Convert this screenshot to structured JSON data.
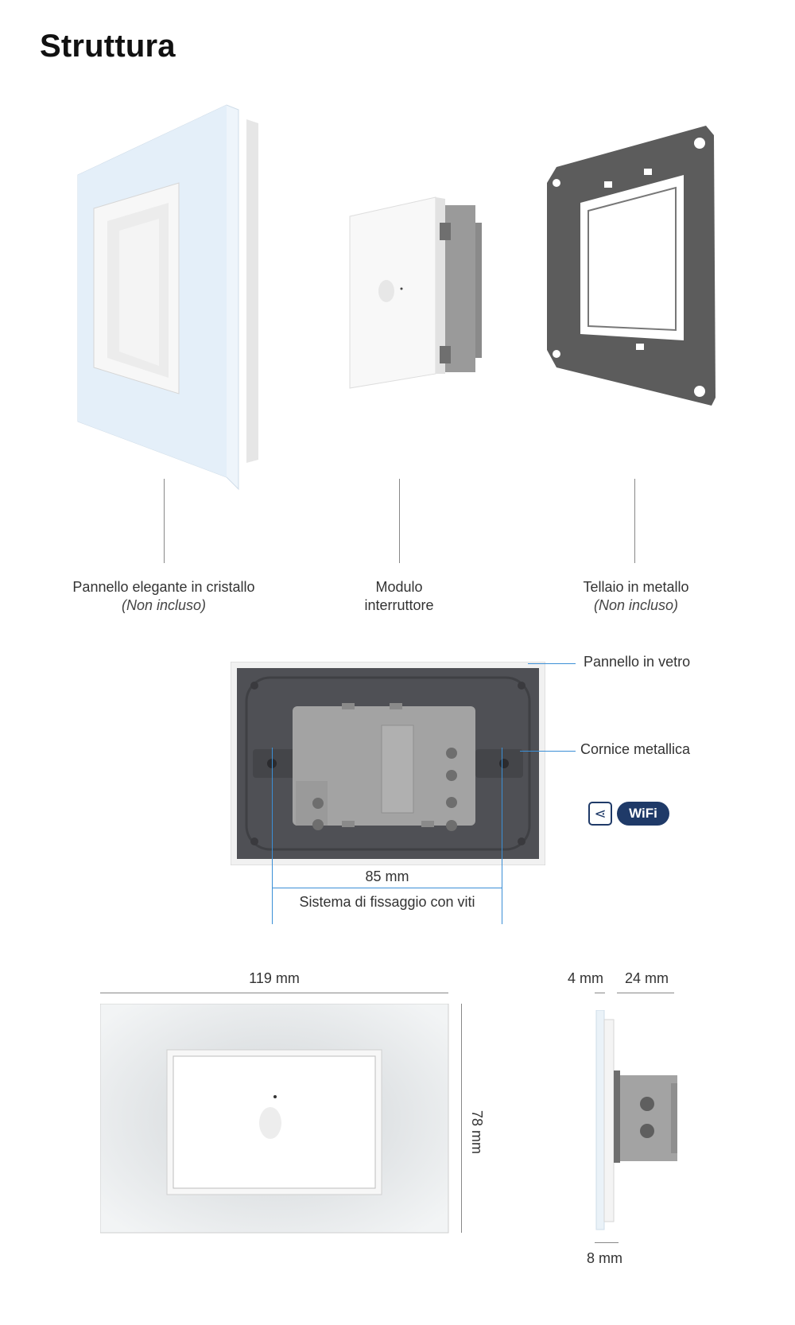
{
  "page_title": "Struttura",
  "components": {
    "glass_panel": {
      "label": "Pannello elegante in cristallo",
      "note": "(Non incluso)"
    },
    "switch_module": {
      "label_line1": "Modulo",
      "label_line2": "interruttore"
    },
    "metal_frame": {
      "label": "Tellaio in metallo",
      "note": "(Non incluso)"
    }
  },
  "back_view": {
    "callout_glass": "Pannello in vetro",
    "callout_frame": "Cornice metallica",
    "screw_distance": "85 mm",
    "screw_caption": "Sistema di fissaggio con viti",
    "badge_wifi": "WiFi"
  },
  "dimensions": {
    "width": "119 mm",
    "height": "78 mm",
    "glass_thickness": "4 mm",
    "depth": "24 mm",
    "frame_thickness": "8 mm"
  },
  "colors": {
    "accent_line": "#3b8fd6",
    "badge_navy": "#1f3a68",
    "module_gray": "#9a9a9a"
  }
}
